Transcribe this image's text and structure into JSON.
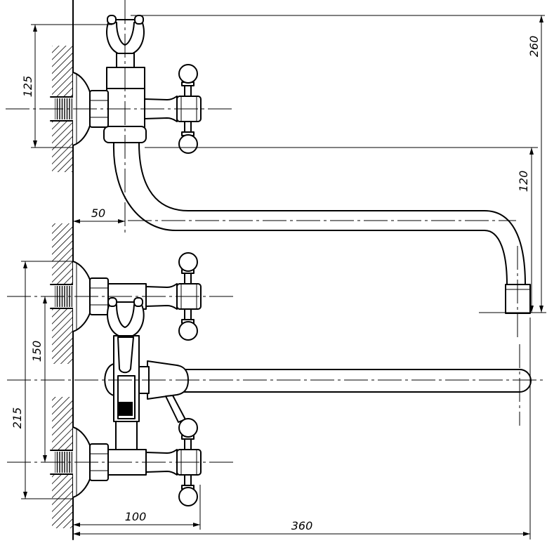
{
  "dimensions": {
    "d260": "260",
    "d125": "125",
    "d120": "120",
    "d50": "50",
    "d150": "150",
    "d215": "215",
    "d100": "100",
    "d360": "360"
  },
  "colors": {
    "line": "#000000",
    "background": "#ffffff",
    "solid_fill": "#000000"
  }
}
